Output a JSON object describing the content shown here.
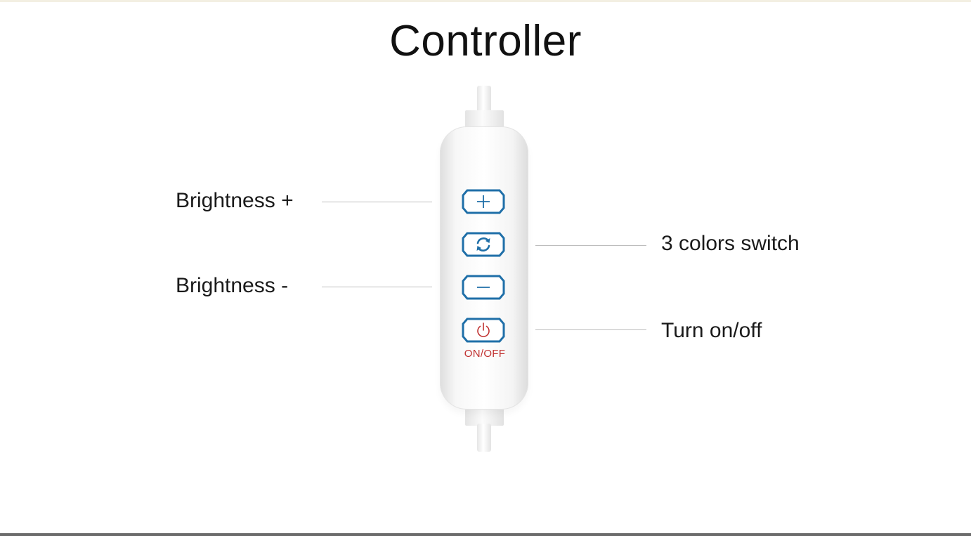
{
  "title": "Controller",
  "labels": {
    "brightness_up": "Brightness +",
    "brightness_down": "Brightness -",
    "color_switch": "3 colors switch",
    "power": "Turn on/off"
  },
  "buttons": {
    "plus": {
      "icon": "plus-icon"
    },
    "color": {
      "icon": "refresh-icon"
    },
    "minus": {
      "icon": "minus-icon"
    },
    "power": {
      "icon": "power-icon",
      "text": "ON/OFF"
    }
  },
  "colors": {
    "button_outline": "#1f6fa8",
    "power_accent": "#c0302f",
    "leader_line": "#bdbdbd"
  }
}
